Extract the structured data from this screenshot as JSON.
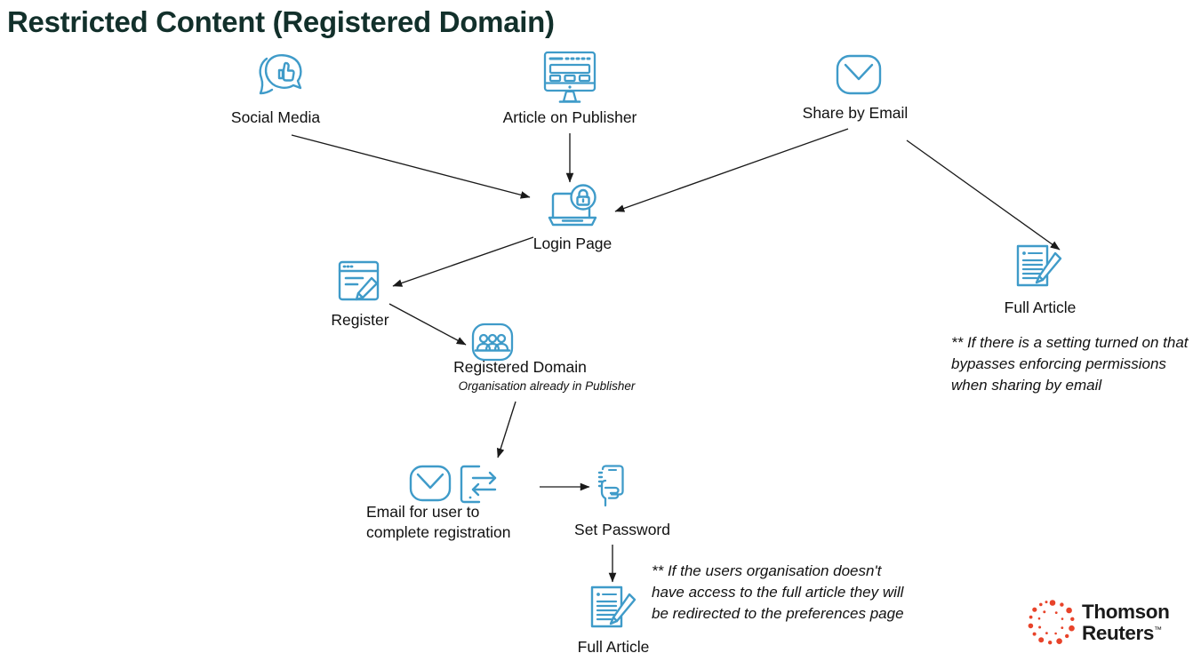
{
  "page": {
    "title": "Restricted Content (Registered Domain)",
    "title_color": "#12302b",
    "icon_color": "#3f9bc9",
    "edge_color": "#1a1a1a",
    "background": "#ffffff"
  },
  "nodes": {
    "social_media": {
      "label": "Social Media",
      "icon": "social-media-icon"
    },
    "article_on_publisher": {
      "label": "Article on Publisher",
      "icon": "desktop-monitor-icon"
    },
    "share_by_email": {
      "label": "Share by Email",
      "icon": "envelope-icon"
    },
    "login_page": {
      "label": "Login Page",
      "icon": "laptop-lock-icon"
    },
    "register": {
      "label": "Register",
      "icon": "browser-pencil-icon"
    },
    "registered_domain": {
      "label": "Registered Domain",
      "sublabel": "Organisation already in Publisher",
      "icon": "group-people-icon"
    },
    "email_complete_registration": {
      "label_line1": "Email for user to",
      "label_line2": "complete registration",
      "icon_1": "envelope-icon",
      "icon_2": "device-exchange-icon"
    },
    "set_password": {
      "label": "Set Password",
      "icon": "hand-phone-icon"
    },
    "full_article_right": {
      "label": "Full Article",
      "icon": "document-pencil-icon"
    },
    "full_article_bottom": {
      "label": "Full Article",
      "icon": "document-pencil-icon"
    }
  },
  "notes": {
    "email_bypass": "** If there is a setting turned on that bypasses enforcing permissions when sharing by email",
    "preferences_redirect": "** If the users organisation doesn't have access to the full article they will be redirected to the  preferences page"
  },
  "branding": {
    "logo_line1": "Thomson",
    "logo_line2": "Reuters",
    "trademark": "™",
    "logo_dot_color": "#e8432a"
  },
  "edges": [
    {
      "from": "social_media",
      "to": "login_page"
    },
    {
      "from": "article_on_publisher",
      "to": "login_page"
    },
    {
      "from": "share_by_email",
      "to": "login_page"
    },
    {
      "from": "share_by_email",
      "to": "full_article_right"
    },
    {
      "from": "login_page",
      "to": "register"
    },
    {
      "from": "register",
      "to": "registered_domain"
    },
    {
      "from": "registered_domain",
      "to": "email_complete_registration"
    },
    {
      "from": "email_complete_registration",
      "to": "set_password"
    },
    {
      "from": "set_password",
      "to": "full_article_bottom"
    }
  ]
}
